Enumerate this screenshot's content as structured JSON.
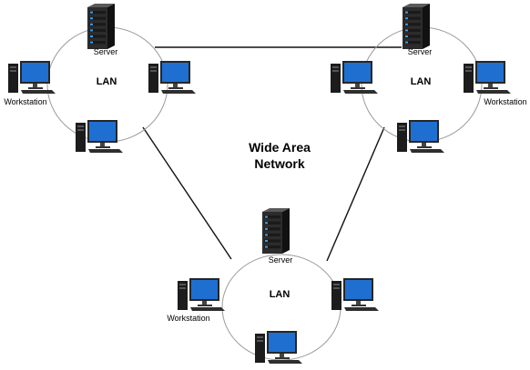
{
  "title_line1": "Wide Area",
  "title_line2": "Network",
  "lans": [
    {
      "lan_label": "LAN",
      "server_label": "Server",
      "workstation_label": "Workstation"
    },
    {
      "lan_label": "LAN",
      "server_label": "Server",
      "workstation_label": "Workstation"
    },
    {
      "lan_label": "LAN",
      "server_label": "Server",
      "workstation_label": "Workstation"
    }
  ],
  "colors": {
    "ring": "#9a9a9a",
    "link": "#111111",
    "server_body": "#2c2c2c",
    "server_led": "#3aa0e8",
    "monitor_frame": "#262626",
    "screen": "#1f6fd0",
    "tower": "#1c1c1c"
  },
  "icons": [
    "server-icon",
    "workstation-icon"
  ]
}
